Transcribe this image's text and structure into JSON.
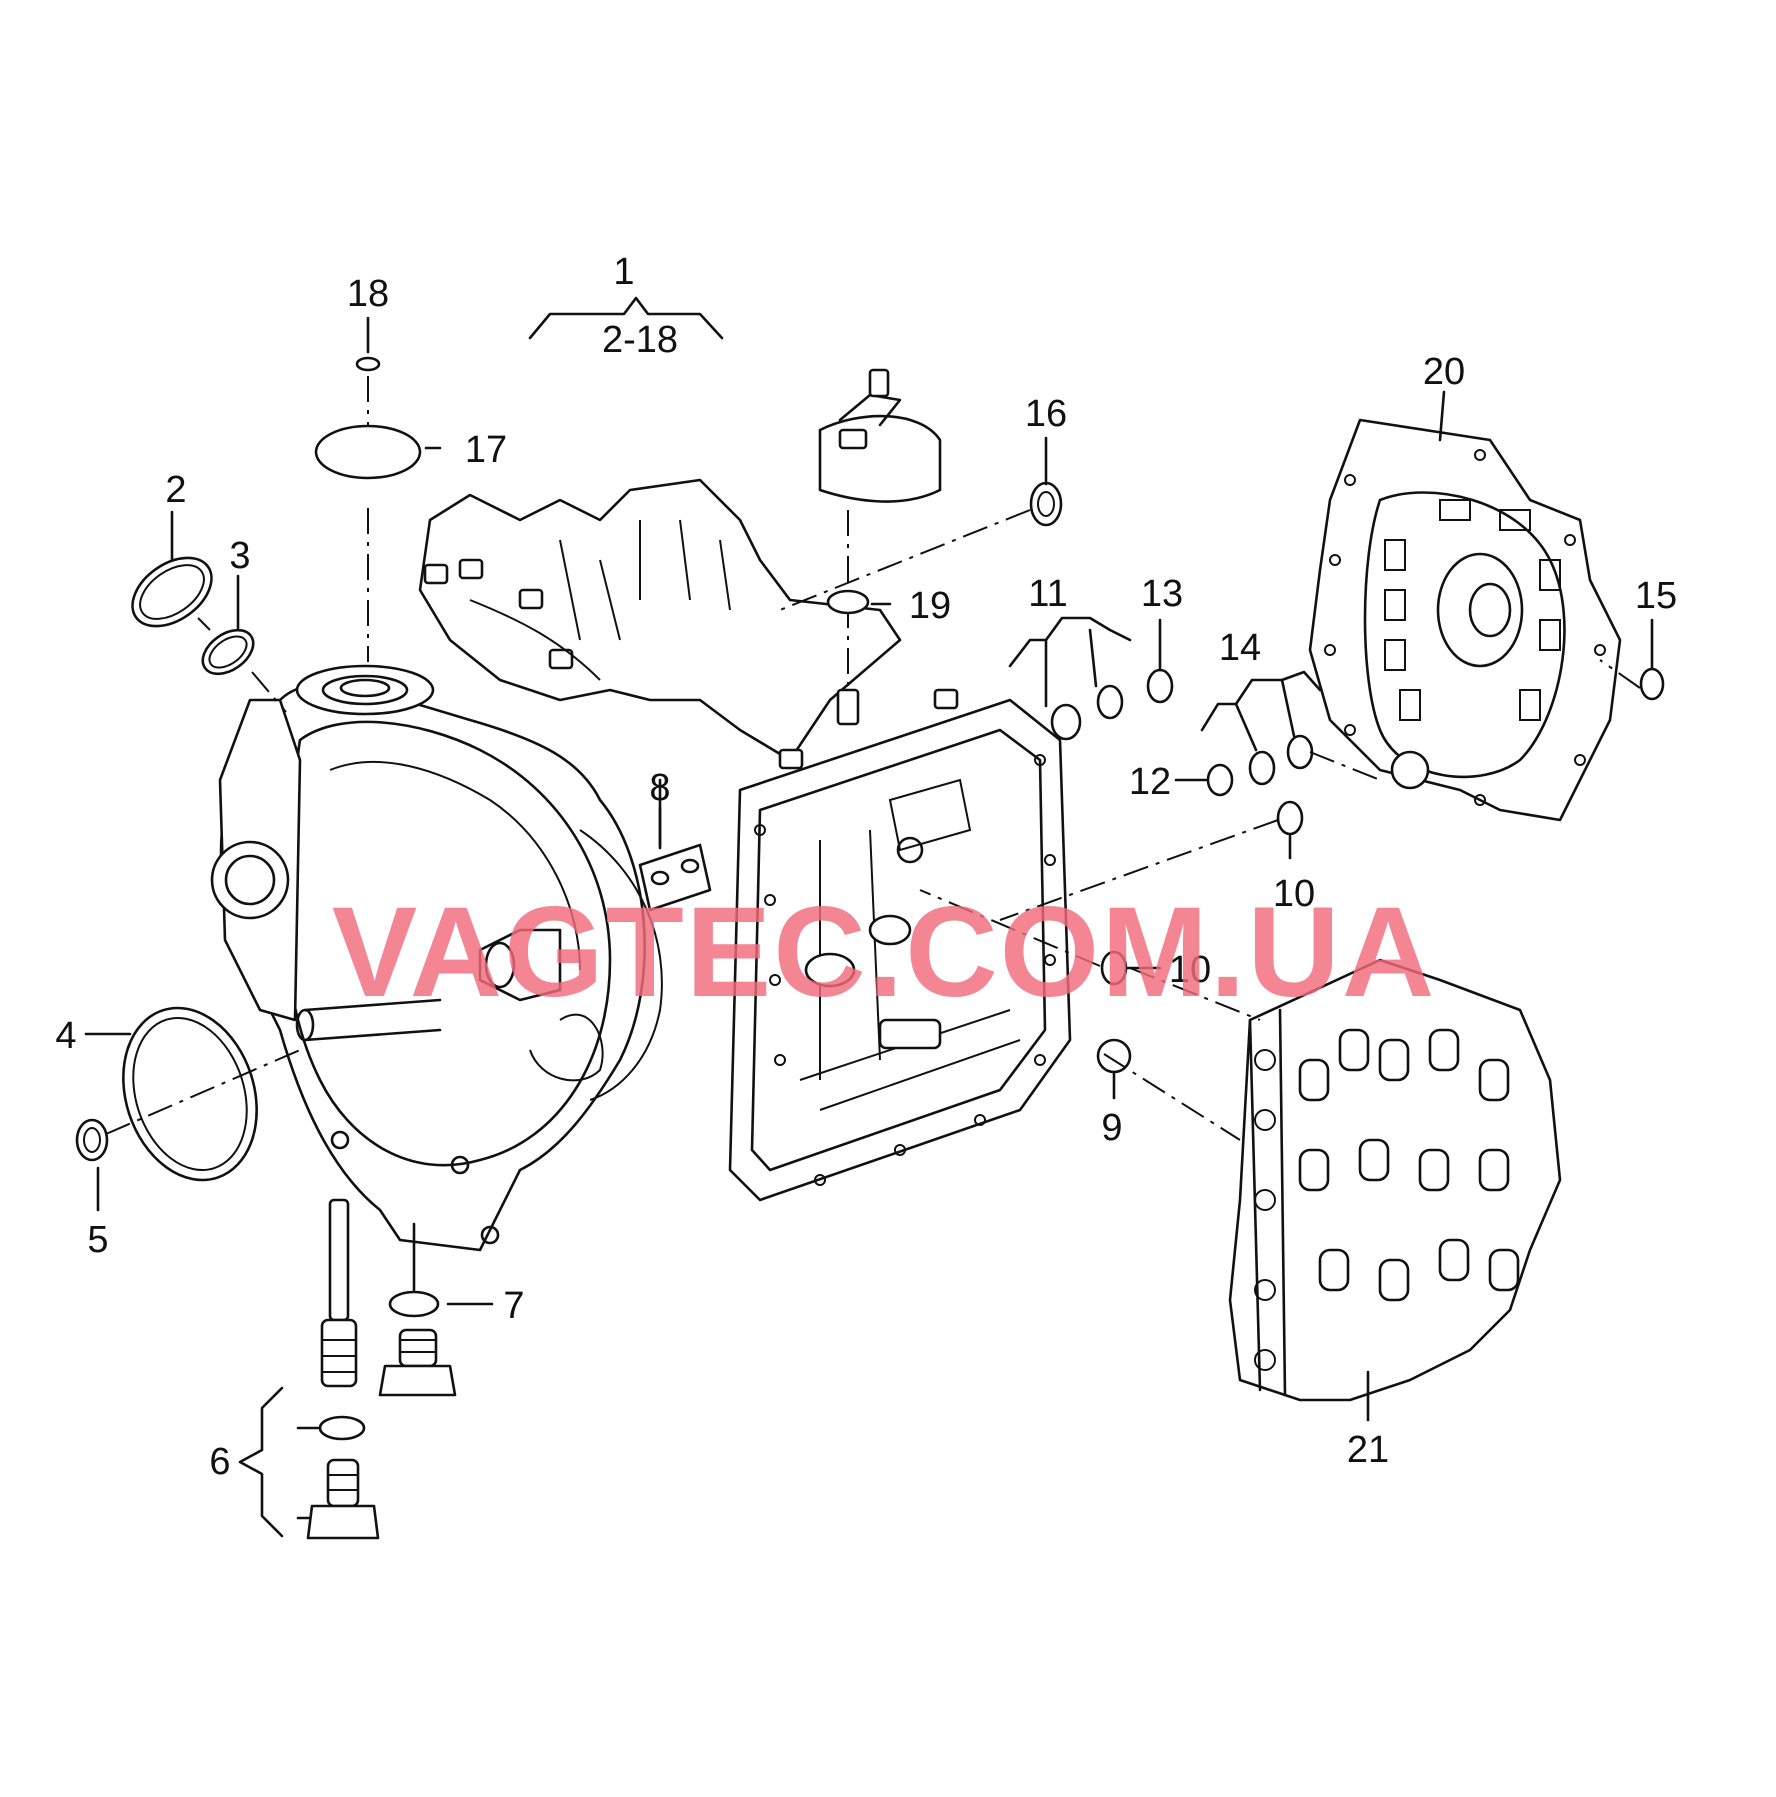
{
  "labels": {
    "p1": "1",
    "p1_range": "2-18",
    "p2": "2",
    "p3": "3",
    "p4": "4",
    "p5": "5",
    "p6": "6",
    "p7": "7",
    "p8": "8",
    "p9": "9",
    "p10a": "10",
    "p10b": "10",
    "p11": "11",
    "p12": "12",
    "p13": "13",
    "p14": "14",
    "p15": "15",
    "p16": "16",
    "p17": "17",
    "p18": "18",
    "p19": "19",
    "p20": "20",
    "p21": "21"
  },
  "watermark": "VAGTEC.COM.UA",
  "components": {
    "gearbox_housing": "transmission-housing",
    "cover": "transfer-cover",
    "valve_body": "valve-body"
  }
}
